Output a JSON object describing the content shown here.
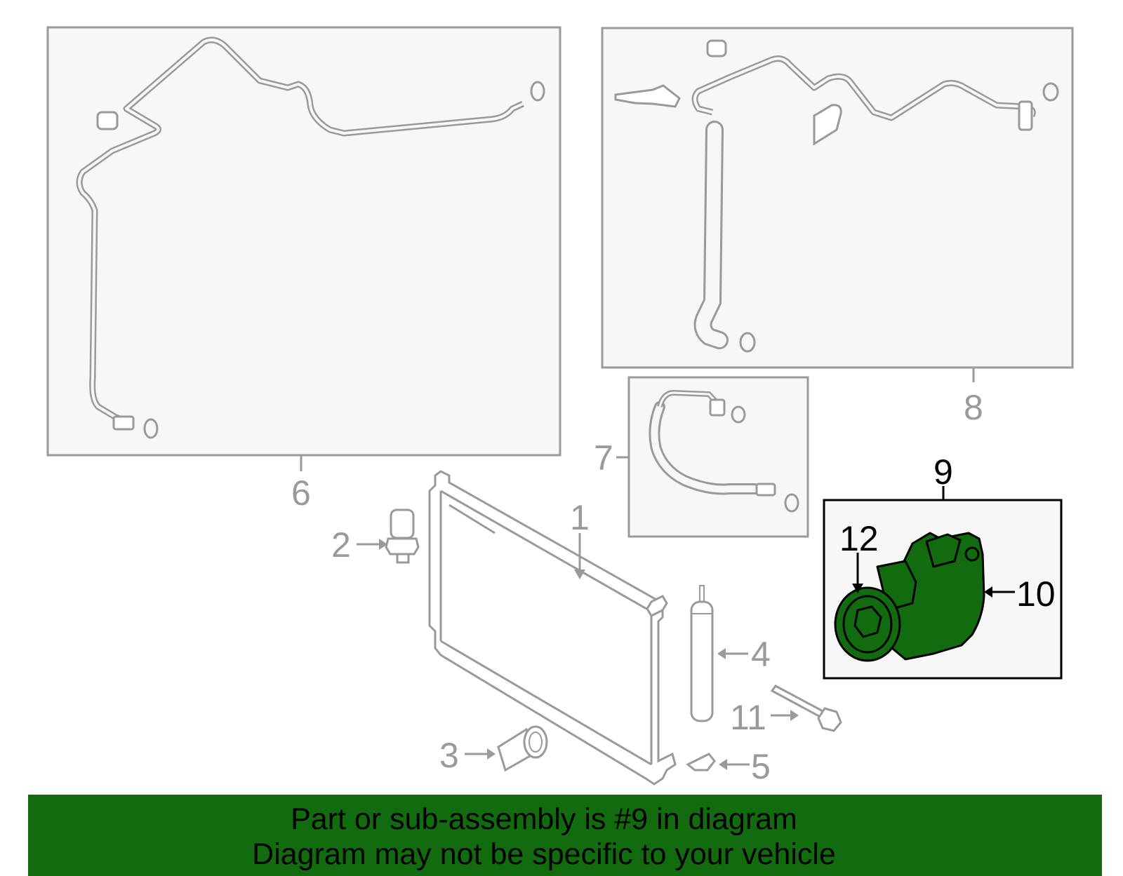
{
  "diagram": {
    "callouts": {
      "c1": "1",
      "c2": "2",
      "c3": "3",
      "c4": "4",
      "c5": "5",
      "c6": "6",
      "c7": "7",
      "c8": "8",
      "c9": "9",
      "c10": "10",
      "c11": "11",
      "c12": "12"
    },
    "highlighted_part": "9",
    "colors": {
      "line": "#9a9a9a",
      "box_fill": "#f7f7f7",
      "highlight_fill": "#136b10",
      "highlight_stroke": "#000000",
      "banner": "#136b10"
    }
  },
  "banner": {
    "line1": "Part or sub-assembly is #9 in diagram",
    "line2": "Diagram may not be specific to your vehicle"
  }
}
